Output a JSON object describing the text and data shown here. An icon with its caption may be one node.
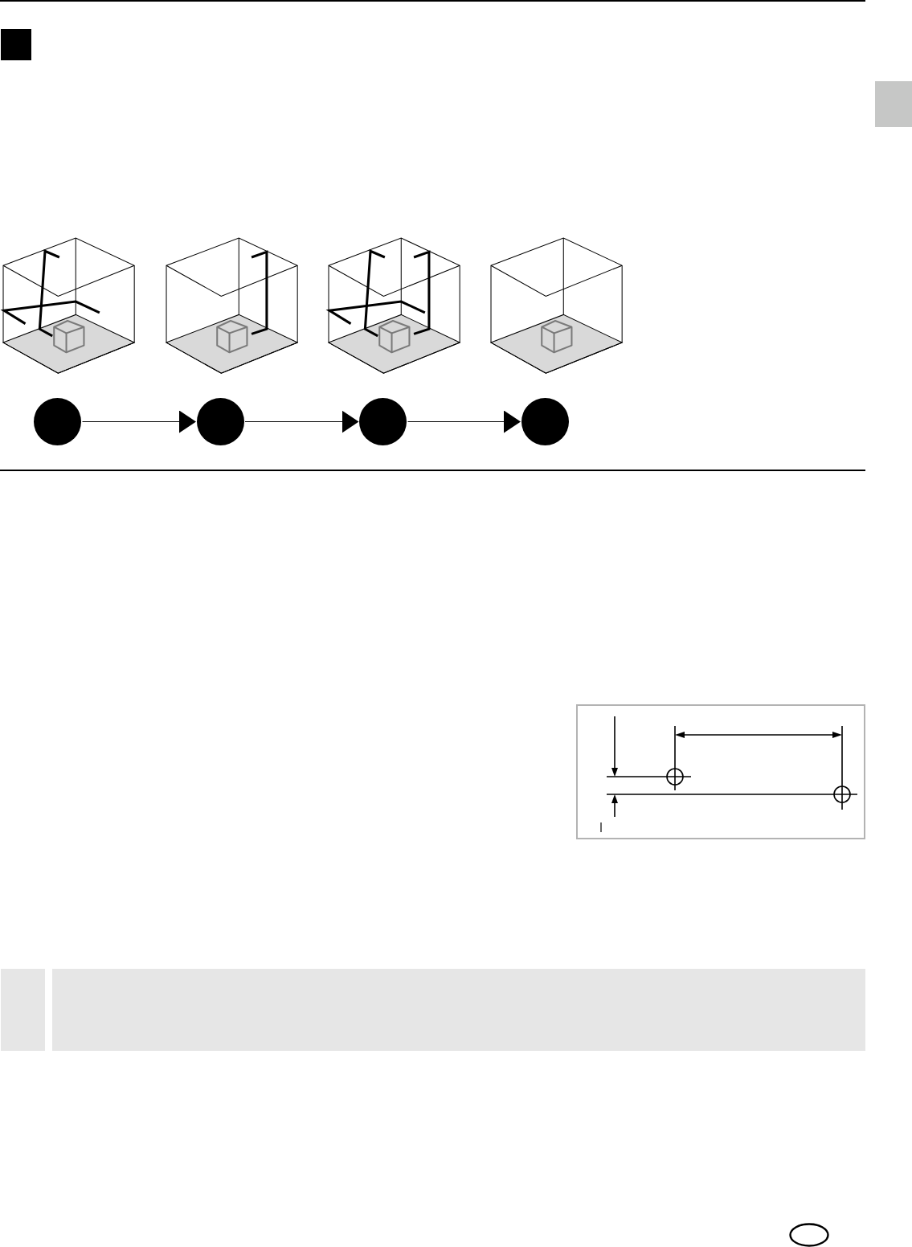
{
  "diagram": {
    "nodes": [
      {
        "text": [],
        "shape": "circle"
      },
      {
        "text": [],
        "shape": "circle"
      },
      {
        "text": [],
        "shape": "circle"
      },
      {
        "text": [],
        "shape": "circle"
      }
    ],
    "edges": [
      {
        "from": 0,
        "to": 1,
        "arrow": "to"
      },
      {
        "from": 1,
        "to": 2,
        "arrow": "to"
      },
      {
        "from": 2,
        "to": 3,
        "arrow": "to"
      }
    ]
  }
}
